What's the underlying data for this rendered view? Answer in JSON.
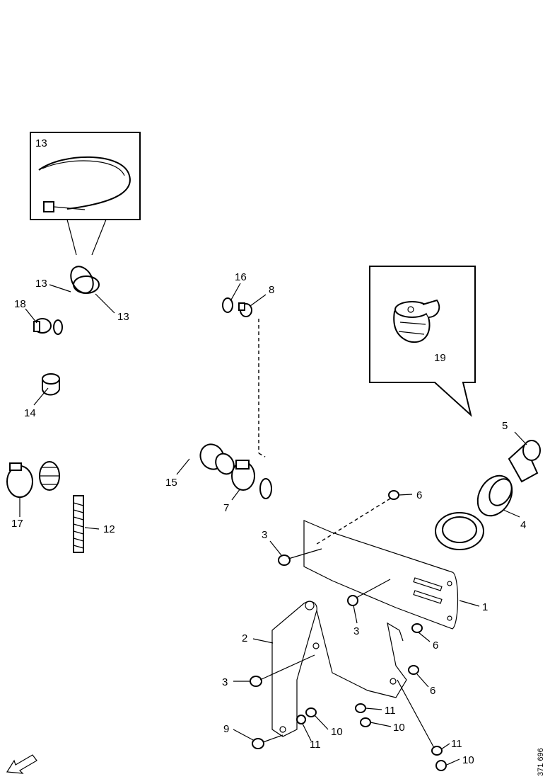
{
  "callouts": {
    "inset13": "13",
    "c13a": "13",
    "c13b": "13",
    "c18": "18",
    "c16": "16",
    "c8": "8",
    "c19": "19",
    "c14": "14",
    "c15": "15",
    "c7": "7",
    "c17": "17",
    "c12": "12",
    "c5": "5",
    "c4": "4",
    "c6a": "6",
    "c3a": "3",
    "c1": "1",
    "c3b": "3",
    "c6b": "6",
    "c2": "2",
    "c6c": "6",
    "c3c": "3",
    "c11a": "11",
    "c9": "9",
    "c10a": "10",
    "c11b": "11",
    "c10b": "10",
    "c11c": "11",
    "c10c": "10"
  },
  "drawing_number": "371 696",
  "icons": {
    "orientation": "front-arrow-icon"
  }
}
